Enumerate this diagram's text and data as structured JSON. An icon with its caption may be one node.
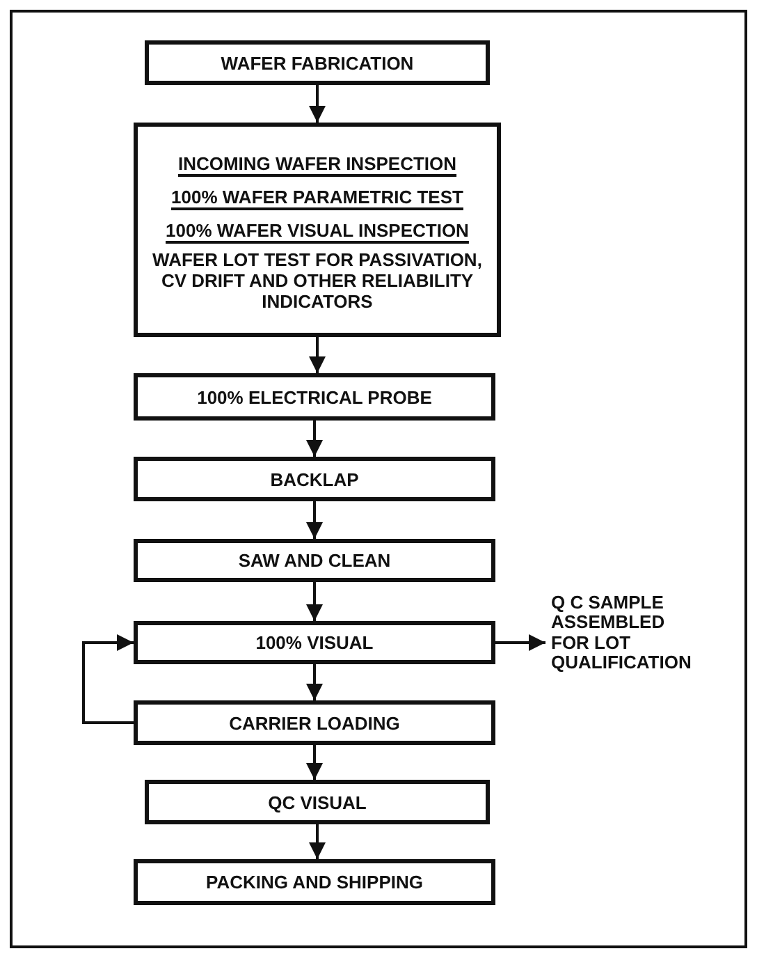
{
  "diagram": {
    "nodes": [
      {
        "text": [
          "WAFER FABRICATION"
        ]
      },
      {
        "text": [
          "INCOMING WAFER INSPECTION",
          "100% WAFER PARAMETRIC TEST",
          "100% WAFER VISUAL INSPECTION",
          "WAFER LOT TEST FOR PASSIVATION, CV DRIFT AND OTHER RELIABILITY INDICATORS"
        ]
      },
      {
        "text": [
          "100% ELECTRICAL PROBE"
        ]
      },
      {
        "text": [
          "BACKLAP"
        ]
      },
      {
        "text": [
          "SAW AND CLEAN"
        ]
      },
      {
        "text": [
          "100% VISUAL"
        ]
      },
      {
        "text": [
          "CARRIER LOADING"
        ]
      },
      {
        "text": [
          "QC VISUAL"
        ]
      },
      {
        "text": [
          "PACKING AND SHIPPING"
        ]
      },
      {
        "text": [
          "Q C SAMPLE ASSEMBLED FOR LOT QUALIFICATION"
        ]
      }
    ],
    "edges": [
      {
        "from": 0,
        "to": 1,
        "arrow": "to"
      },
      {
        "from": 1,
        "to": 2,
        "arrow": "to"
      },
      {
        "from": 2,
        "to": 3,
        "arrow": "to"
      },
      {
        "from": 3,
        "to": 4,
        "arrow": "to"
      },
      {
        "from": 4,
        "to": 5,
        "arrow": "to"
      },
      {
        "from": 5,
        "to": 9,
        "arrow": "to"
      },
      {
        "from": 5,
        "to": 6,
        "arrow": "to"
      },
      {
        "from": 6,
        "to": 5,
        "arrow": "to"
      },
      {
        "from": 6,
        "to": 7,
        "arrow": "to"
      },
      {
        "from": 7,
        "to": 8,
        "arrow": "to"
      }
    ]
  }
}
